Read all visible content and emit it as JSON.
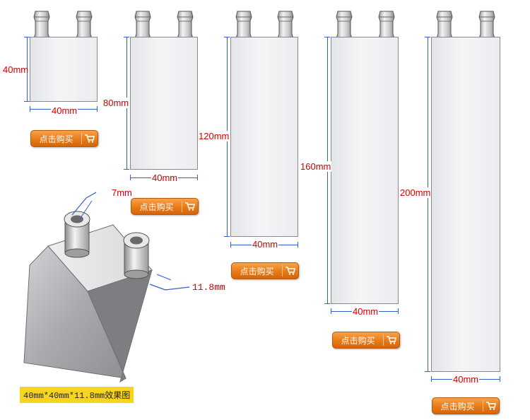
{
  "buy_label": "点击购买",
  "blocks": [
    {
      "height_label": "40mm",
      "width_label": "40mm"
    },
    {
      "height_label": "80mm",
      "width_label": "40mm"
    },
    {
      "height_label": "120mm",
      "width_label": "40mm"
    },
    {
      "height_label": "160mm",
      "width_label": "40mm"
    },
    {
      "height_label": "200mm",
      "width_label": "40mm"
    }
  ],
  "iso": {
    "nozzle_label": "7mm",
    "thickness_label": "11.8mm"
  },
  "caption": "40mm*40mm*11.8mm效果图",
  "colors": {
    "dimension_line": "#2f5fd0",
    "dimension_text": "#cc0000",
    "button": "#e87a16",
    "caption_bg": "#f7d51d"
  },
  "icons": [
    "cart-icon"
  ]
}
